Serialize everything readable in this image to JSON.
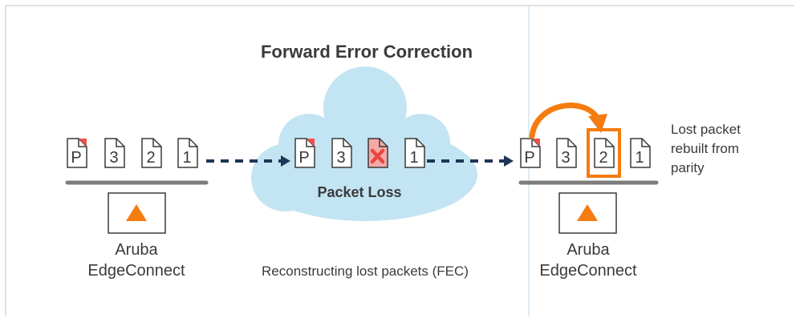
{
  "title": "Forward Error Correction",
  "left_device": {
    "line1": "Aruba",
    "line2": "EdgeConnect"
  },
  "right_device": {
    "line1": "Aruba",
    "line2": "EdgeConnect"
  },
  "cloud_label": "Packet Loss",
  "caption": "Reconstructing lost packets (FEC)",
  "note": {
    "line1": "Lost packet",
    "line2": "rebuilt from",
    "line3": "parity"
  },
  "packets": {
    "left": [
      "P",
      "3",
      "2",
      "1"
    ],
    "middle": [
      "P",
      "3",
      "",
      "1"
    ],
    "right": [
      "P",
      "3",
      "2",
      "1"
    ]
  },
  "colors": {
    "accent": "#f47c10",
    "parity_corner": "#f0524a",
    "lost_packet_fill": "#f5a9a6",
    "lost_x": "#e8473f",
    "cloud": "#c3e4f2",
    "arrow": "#1e3557",
    "base_line": "#7c7c7c",
    "outline": "#3a3a3a",
    "guide": "#d6e6ef"
  },
  "icons": [
    "triangle-icon",
    "x-icon",
    "curved-arrow-icon",
    "page-icon"
  ]
}
